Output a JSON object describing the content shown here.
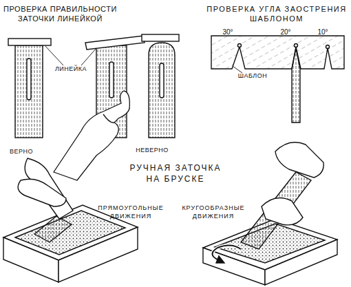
{
  "diagram": {
    "title": "РУЧНАЯ ЗАТОЧКА НА БРУСКЕ",
    "labels": [
      "ПРОВЕРКА ПРАВИЛЬНОСТИ ЗАТОЧКИ ЛИНЕЙКОЙ",
      "ПРОВЕРКА УГЛА ЗАОСТРЕНИЯ ШАБЛОНОМ",
      "30°",
      "20°",
      "10°",
      "ШАБЛОН",
      "ЛИНЕЙКА",
      "ВЕРНО",
      "НЕВЕРНО",
      "ПРЯМОУГОЛЬНЫЕ ДВИЖЕНИЯ",
      "КРУГООБРАЗНЫЕ ДВИЖЕНИЯ"
    ]
  }
}
